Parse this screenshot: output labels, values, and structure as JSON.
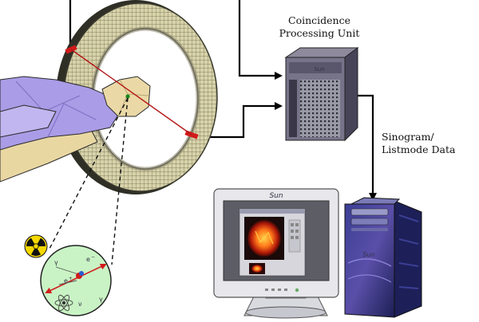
{
  "labels": {
    "cpu_line1": "Coincidence",
    "cpu_line2": "Processing Unit",
    "data_line1": "Sinogram/",
    "data_line2": "Listmode Data"
  },
  "brands": {
    "monitor_brand": "Sun",
    "tower_brand": "Sun",
    "cpu_brand": "Sun"
  },
  "physics_symbols": {
    "electron": "e",
    "positron": "e",
    "electron_sup": "−",
    "positron_sup": "+",
    "gamma_left": "γ",
    "gamma_right": "γ",
    "neutrino": "ν"
  },
  "colors": {
    "ring_face": "#d6d1a6",
    "ring_dark": "#4a4a3a",
    "body_purple": "#a99be6",
    "skin": "#e8d8a8",
    "lor_red": "#d21a1a",
    "tower_blue": "#2a2e7a",
    "arrow": "#000000",
    "atom_green": "#c9f3c4",
    "radiation_yellow": "#f5d800"
  }
}
